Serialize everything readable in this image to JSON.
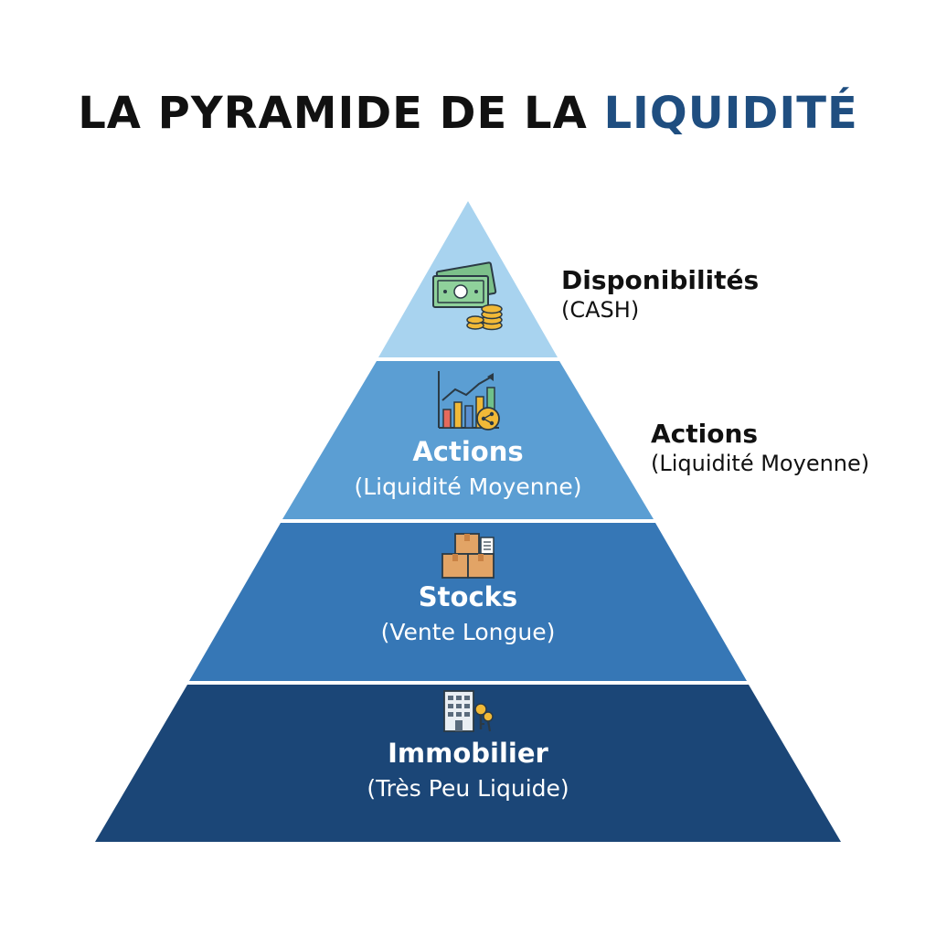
{
  "title": {
    "part1": "LA PYRAMIDE DE LA ",
    "part2": "LIQUIDITÉ"
  },
  "levels": [
    {
      "title": "",
      "subtitle": "",
      "color": "#a8d3ef",
      "icon": "cash-coins-icon"
    },
    {
      "title": "Actions",
      "subtitle": "(Liquidité Moyenne)",
      "color": "#5b9ed3",
      "icon": "chart-growth-icon"
    },
    {
      "title": "Stocks",
      "subtitle": "(Vente Longue)",
      "color": "#3677b6",
      "icon": "boxes-icon"
    },
    {
      "title": "Immobilier",
      "subtitle": "(Très Peu Liquide)",
      "color": "#1b4677",
      "icon": "building-keys-icon"
    }
  ],
  "side_labels": [
    {
      "title": "Disponibilités",
      "subtitle": "(CASH)"
    },
    {
      "title": "Actions",
      "subtitle": "(Liquidité Moyenne)"
    }
  ]
}
